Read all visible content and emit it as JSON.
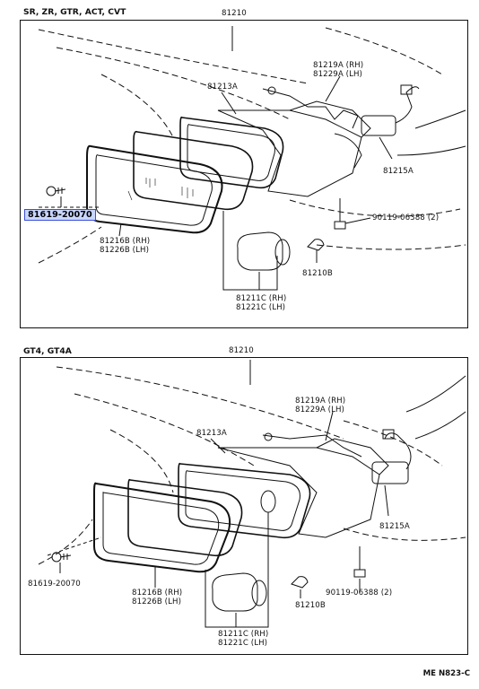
{
  "top_section": {
    "header": "SR, ZR, GTR, ACT, CVT",
    "labels": {
      "assembly": "81210",
      "bracket_rh": "81219A (RH)",
      "bracket_lh": "81229A (LH)",
      "housing": "81213A",
      "socket": "81215A",
      "screw": "81619-20070",
      "bolt": "90119-06388 (2)",
      "lens_rh": "81216B (RH)",
      "lens_lh": "81226B (LH)",
      "bulb_small": "81210B",
      "bulb_rh": "81211C (RH)",
      "bulb_lh": "81221C (LH)"
    }
  },
  "bottom_section": {
    "header": "GT4, GT4A",
    "labels": {
      "assembly": "81210",
      "bracket_rh": "81219A (RH)",
      "bracket_lh": "81229A (LH)",
      "housing": "81213A",
      "socket": "81215A",
      "screw": "81619-20070",
      "bolt": "90119-06388 (2)",
      "lens_rh": "81216B (RH)",
      "lens_lh": "81226B (LH)",
      "bulb_small": "81210B",
      "bulb_rh": "81211C (RH)",
      "bulb_lh": "81221C (LH)"
    }
  },
  "footer_code": "ME N823-C",
  "colors": {
    "highlight_fill": "#c9d6ff",
    "highlight_border": "#3b4fd6",
    "line": "#111111"
  }
}
